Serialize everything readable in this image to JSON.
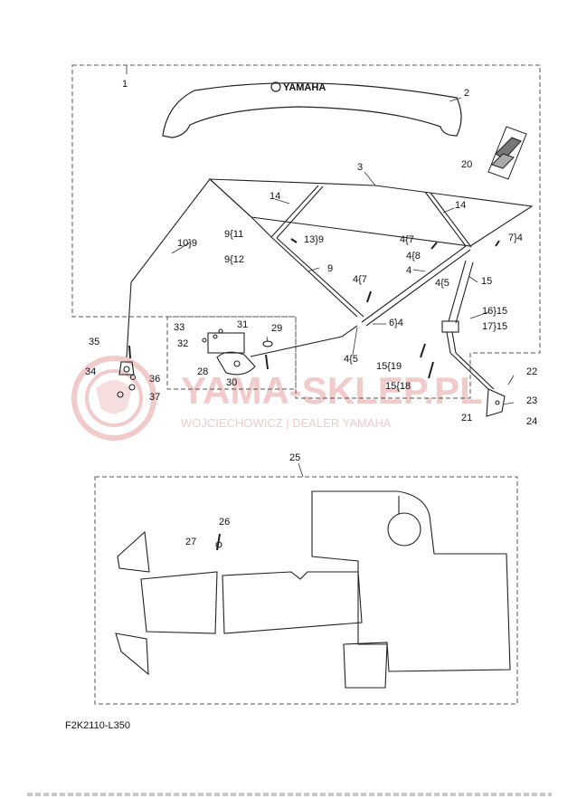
{
  "brand_text": "YAMAHA",
  "watermark": {
    "main": "YAMA-SKLEP.PL",
    "sub": "WOJCIECHOWICZ | DEALER YAMAHA",
    "color": "#e8a0a0"
  },
  "footer_code": "F2K2110-L350",
  "callouts": {
    "c1": "1",
    "c2": "2",
    "c3": "3",
    "c4a": "4",
    "c4b": "4{7",
    "c4c": "4{8",
    "c4d": "4{5",
    "c4e": "4{7",
    "c4f": "4{5",
    "c7_4": "7}4",
    "c6_4": "6}4",
    "c9": "9",
    "c9_11": "9{11",
    "c9_12": "9{12",
    "c10_9": "10}9",
    "c13_9": "13}9",
    "c14a": "14",
    "c14b": "14",
    "c15": "15",
    "c16_15": "16}15",
    "c17_15": "17}15",
    "c15_19": "15{19",
    "c15_18": "15{18",
    "c20": "20",
    "c21": "21",
    "c22": "22",
    "c23": "23",
    "c24": "24",
    "c25": "25",
    "c26": "26",
    "c27": "27",
    "c28": "28",
    "c29": "29",
    "c30": "30",
    "c31": "31",
    "c32": "32",
    "c33": "33",
    "c34": "34",
    "c35": "35",
    "c36": "36",
    "c37": "37"
  }
}
